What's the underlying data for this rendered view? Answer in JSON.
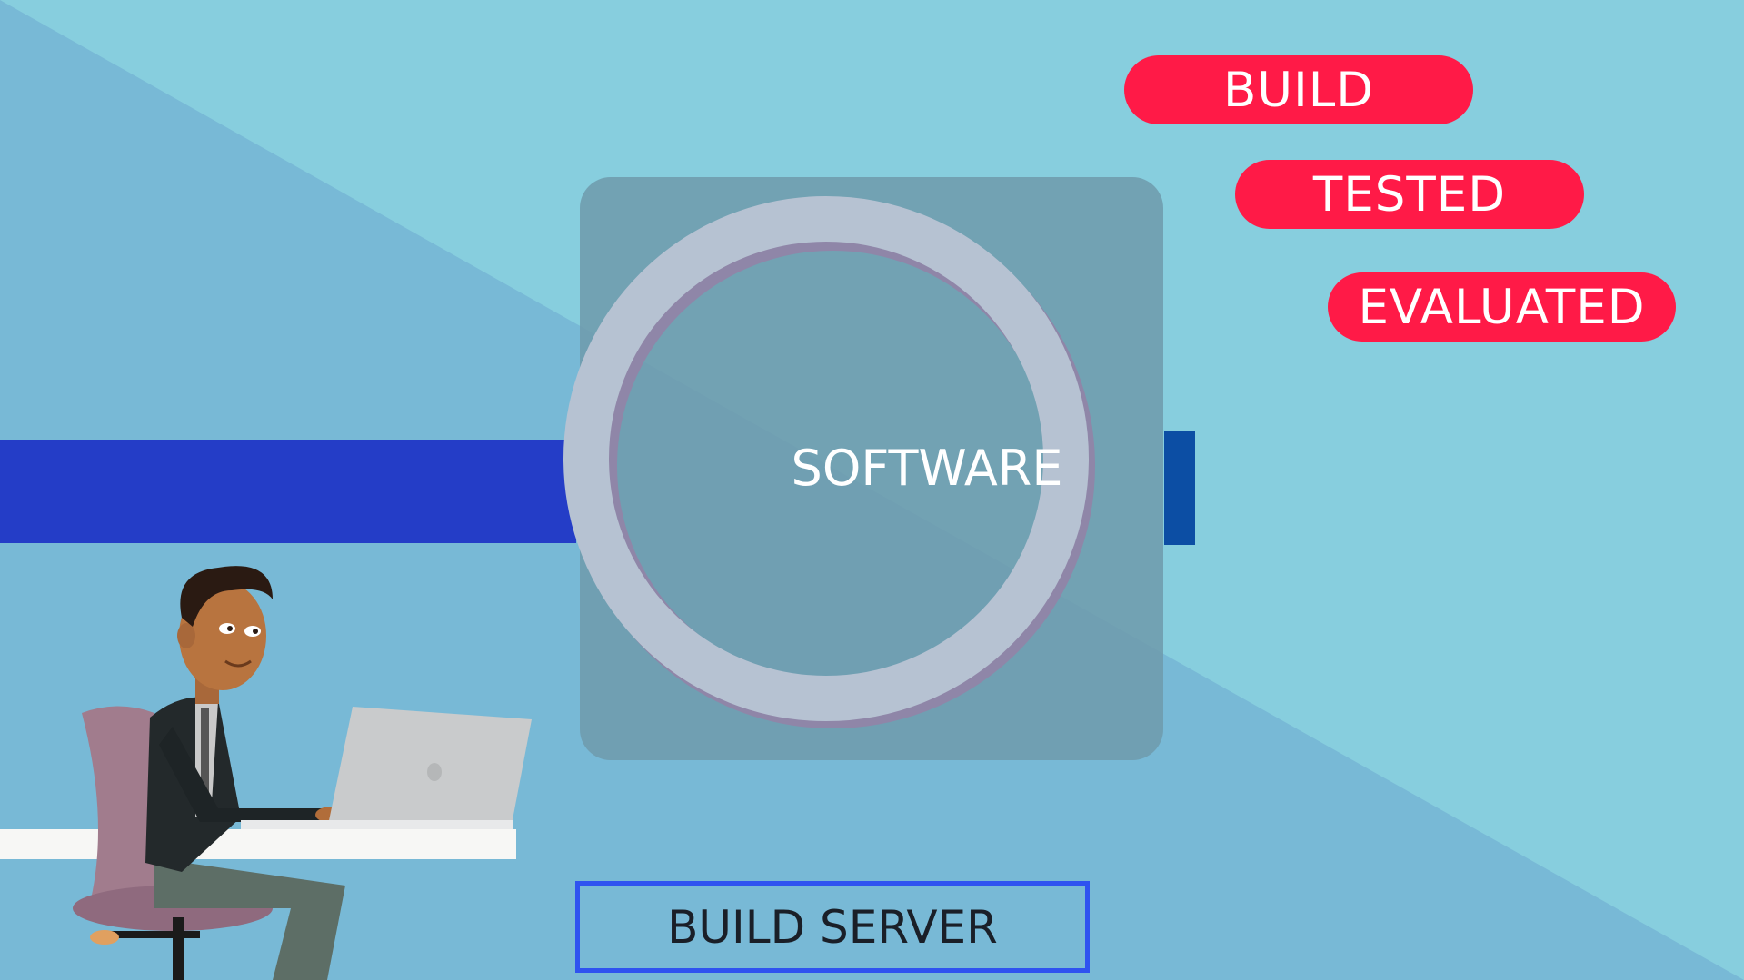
{
  "scene": {
    "colors": {
      "background_light": "#87cede",
      "background_dark": "#78b9d6",
      "pipe": "#243dc7",
      "pill": "#ff1a47",
      "server_border": "#2f53f0"
    }
  },
  "stages": [
    {
      "label": "BUILD"
    },
    {
      "label": "TESTED"
    },
    {
      "label": "EVALUATED"
    }
  ],
  "server_card": {
    "center_label": "SOFTWARE"
  },
  "server_caption": {
    "label": "BUILD SERVER"
  }
}
